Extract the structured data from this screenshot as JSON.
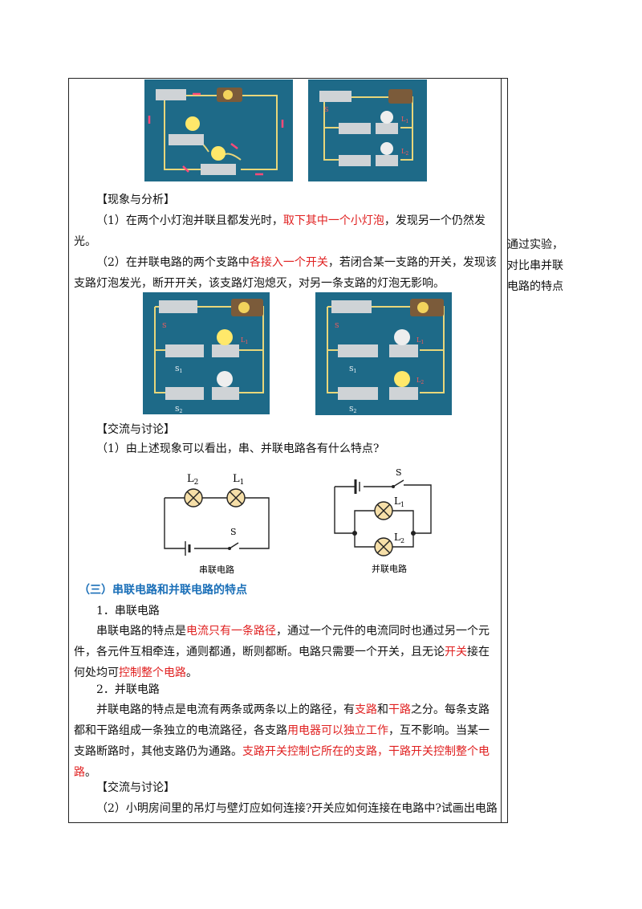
{
  "side": {
    "lines": [
      "通过实验，",
      "对比串并联",
      "电路的特点"
    ]
  },
  "s1_heading": "【现象与分析】",
  "p1": {
    "pre": "（1）在两个小灯泡并联且都发光时，",
    "red": "取下其中一个小灯泡",
    "post": "，发现另一个仍然发光。"
  },
  "p2": {
    "pre": "（2）在并联电路的两个支路中",
    "red": "各接入一个开关",
    "post": "，若闭合某一支路的开关，发现该支路灯泡发光，断开开关，该支路灯泡熄灭，对另一条支路的灯泡无影响。"
  },
  "s2_heading": "【交流与讨论】",
  "q1": "（1）由上述现象可以看出，串、并联电路各有什么特点?",
  "diagram": {
    "series": {
      "caption": "串联电路",
      "L2": "L",
      "L2sub": "2",
      "L1": "L",
      "L1sub": "1",
      "S": "S"
    },
    "parallel": {
      "caption": "并联电路",
      "S": "S",
      "L1": "L",
      "L1sub": "1",
      "L2": "L",
      "L2sub": "2"
    }
  },
  "photo_labels": {
    "S": "S",
    "S1": "S",
    "S1sub": "1",
    "S2": "S",
    "S2sub": "2",
    "L1": "L",
    "L1sub": "1",
    "L2": "L",
    "L2sub": "2"
  },
  "sec3_title": "（三）串联电路和并联电路的特点",
  "sub1": "1．串联电路",
  "p3": {
    "a": "串联电路的特点是",
    "b_red": "电流只有一条路径",
    "c": "，通过一个元件的电流同时也通过另一个元件，各元件互相牵连，通则都通，断则都断。电路只需要一个开关，且无论",
    "d_red": "开关",
    "e": "接在何处均可",
    "f_red": "控制整个电路",
    "g": "。"
  },
  "sub2": "2．并联电路",
  "p4": {
    "a": "并联电路的特点是电流有两条或两条以上的路径，有",
    "b_red": "支路",
    "c": "和",
    "d_red": "干路",
    "e": "之分。每条支路都和干路组成一条独立的电流路径，各支路",
    "f_red": "用电器可以独立工作",
    "g": "，互不影响。当某一支路断路时，其他支路仍为通路。",
    "h_red": "支路开关控制它所在的支路，干路开关控制整个电路",
    "i": "。"
  },
  "s3_heading": "【交流与讨论】",
  "q2": "（2）小明房间里的吊灯与壁灯应如何连接?开关应如何连接在电路中?试画出电路"
}
